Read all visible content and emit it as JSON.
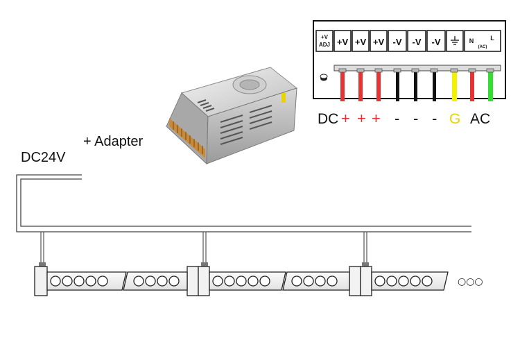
{
  "labels": {
    "dc_voltage": "DC24V",
    "adapter": "+ Adapter",
    "dc": "DC",
    "plus": "+",
    "minus": "-",
    "ground": "G",
    "ac": "AC"
  },
  "terminal_block": {
    "adj_top": "+V",
    "adj_bottom": "ADJ",
    "terminals": [
      "+V",
      "+V",
      "+V",
      "-V",
      "-V",
      "-V"
    ],
    "ac_n": "N",
    "ac_sub": "(AC)",
    "ac_l": "L"
  },
  "wire_colors": [
    "#e53333",
    "#e53333",
    "#e53333",
    "#111111",
    "#111111",
    "#111111",
    "#f2f200",
    "#e53333",
    "#33dd33"
  ],
  "strip": {
    "continuation": "○○○"
  }
}
